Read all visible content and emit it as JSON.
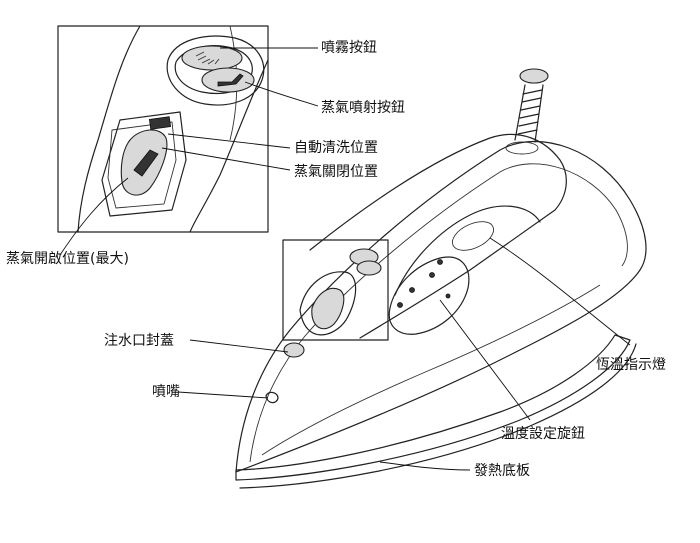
{
  "labels": {
    "spray_button": "噴霧按鈕",
    "steam_burst_button": "蒸氣噴射按鈕",
    "self_clean_position": "自動清洗位置",
    "steam_off_position": "蒸氣關閉位置",
    "steam_on_position": "蒸氣開啟位置(最大)",
    "water_inlet_cover": "注水口封蓋",
    "nozzle": "噴嘴",
    "thermostat_light": "恆溫指示燈",
    "temperature_dial": "溫度設定旋鈕",
    "soleplate": "發熱底板"
  },
  "colors": {
    "line": "#222222",
    "text": "#111111",
    "shade": "#d9d9d9"
  }
}
